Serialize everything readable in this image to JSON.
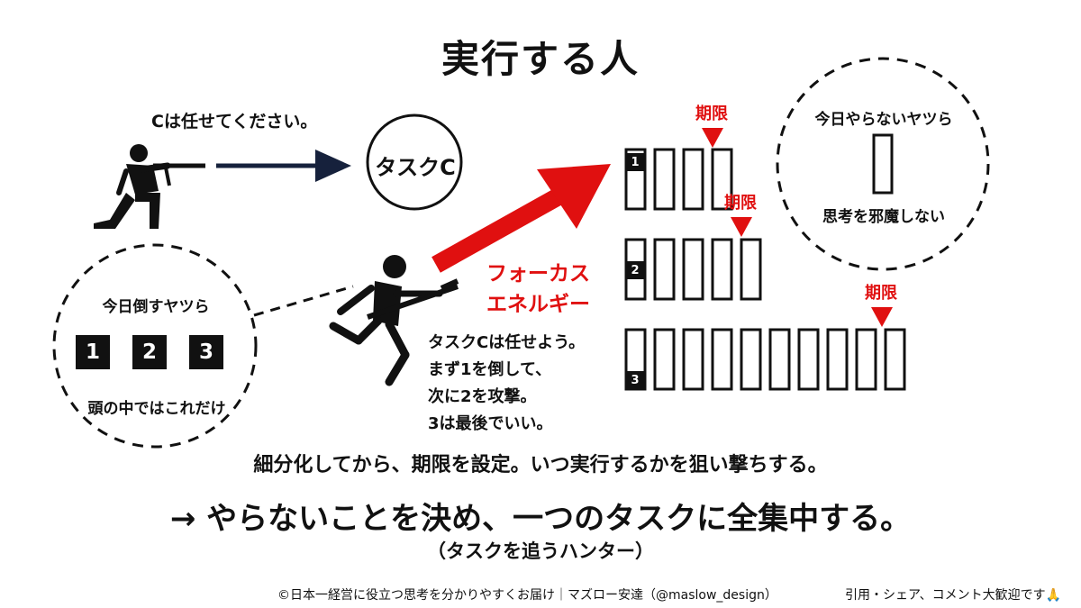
{
  "title": "実行する人",
  "delegate": {
    "caption": "Cは任せてください。",
    "task_label": "タスクC"
  },
  "deadline_label": "期限",
  "skip_bubble": {
    "top": "今日やらないヤツら",
    "bottom": "思考を邪魔しない"
  },
  "focus_energy": [
    "フォーカス",
    "エネルギー"
  ],
  "plan_lines": [
    "タスクCは任せよう。",
    "まず1を倒して、",
    "次に2を攻撃。",
    "3は最後でいい。"
  ],
  "beat_bubble": {
    "top": "今日倒すヤツら",
    "numbers": [
      "1",
      "2",
      "3"
    ],
    "bottom": "頭の中ではこれだけ"
  },
  "task_rows": [
    {
      "badge": "1",
      "segments": 4
    },
    {
      "badge": "2",
      "segments": 5
    },
    {
      "badge": "3",
      "segments": 10
    }
  ],
  "summary": "細分化してから、期限を設定。いつ実行するかを狙い撃ちする。",
  "conclusion": "→ やらないことを決め、一つのタスクに全集中する。",
  "hunter_note": "（タスクを追うハンター）",
  "footer": {
    "credit": "©日本一経営に役立つ思考を分かりやすくお届け｜マズロー安達（@maslow_design）",
    "share": "引用・シェア、コメント大歓迎です🙏"
  },
  "colors": {
    "ink": "#111111",
    "accent_red": "#e01010",
    "background": "#ffffff"
  },
  "icons": [
    "kneeling-rifleman-icon",
    "running-rifleman-icon",
    "prayer-hands-icon"
  ]
}
